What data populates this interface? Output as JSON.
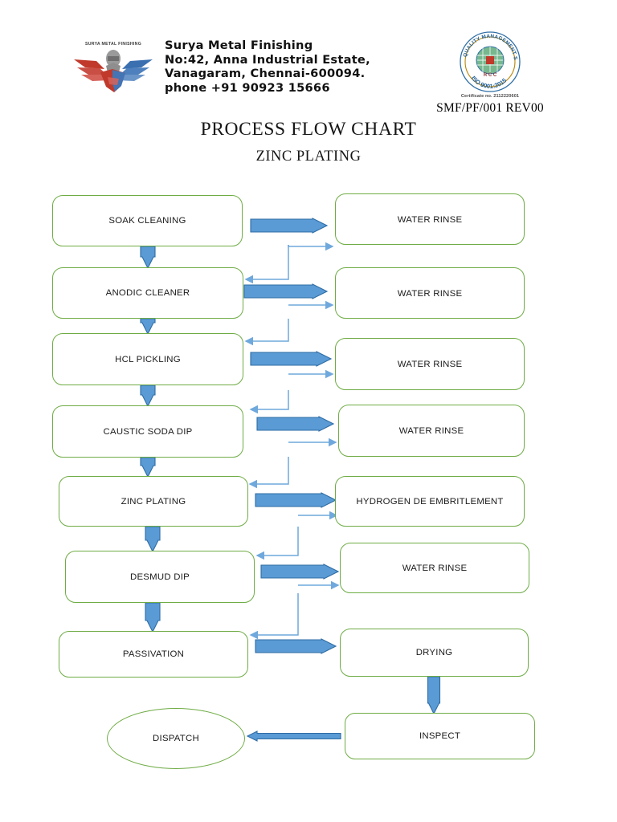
{
  "header": {
    "logo": {
      "caption": "SURYA METAL FINISHING",
      "icon": "winged-handshake-logo"
    },
    "company": {
      "name": "Surya Metal Finishing",
      "address_line1": "No:42, Anna Industrial Estate,",
      "address_line2": "Vanagaram, Chennai-600094.",
      "phone": "phone  +91 90923 15666"
    },
    "certification": {
      "badge_icon": "iso-9001-quality-management-systems-badge",
      "badge_top_text": "QUALITY MANAGEMENT SYSTEMS",
      "badge_bottom_text": "ISO 9001:2015",
      "badge_center_text": "RCC",
      "certificate_no": "Certificate no. 2112220601",
      "document_code": "SMF/PF/001 REV00"
    }
  },
  "titles": {
    "main": "PROCESS FLOW CHART",
    "sub": "ZINC PLATING"
  },
  "colors": {
    "node_border": "#6FAC45",
    "node_fill": "#FFFFFF",
    "block_arrow_fill": "#5B9BD5",
    "block_arrow_stroke": "#2E6CA4",
    "thin_arrow": "#6FA8DC",
    "text": "#1B1B1B"
  },
  "chart_data": {
    "type": "diagram",
    "title": "PROCESS FLOW CHART - ZINC PLATING",
    "nodes": [
      {
        "id": "soak-cleaning",
        "label": "SOAK CLEANING",
        "shape": "rounded-rect",
        "column": "left",
        "order": 1
      },
      {
        "id": "water-rinse-1",
        "label": "WATER RINSE",
        "shape": "rounded-rect",
        "column": "right",
        "order": 1
      },
      {
        "id": "anodic-cleaner",
        "label": "ANODIC CLEANER",
        "shape": "rounded-rect",
        "column": "left",
        "order": 2
      },
      {
        "id": "water-rinse-2",
        "label": "WATER RINSE",
        "shape": "rounded-rect",
        "column": "right",
        "order": 2
      },
      {
        "id": "hcl-pickling",
        "label": "HCL PICKLING",
        "shape": "rounded-rect",
        "column": "left",
        "order": 3
      },
      {
        "id": "water-rinse-3",
        "label": "WATER RINSE",
        "shape": "rounded-rect",
        "column": "right",
        "order": 3
      },
      {
        "id": "caustic-soda-dip",
        "label": "CAUSTIC SODA DIP",
        "shape": "rounded-rect",
        "column": "left",
        "order": 4
      },
      {
        "id": "water-rinse-4",
        "label": "WATER RINSE",
        "shape": "rounded-rect",
        "column": "right",
        "order": 4
      },
      {
        "id": "zinc-plating",
        "label": "ZINC PLATING",
        "shape": "rounded-rect",
        "column": "left",
        "order": 5
      },
      {
        "id": "hydrogen-de-embritlement",
        "label": "HYDROGEN DE EMBRITLEMENT",
        "shape": "rounded-rect",
        "column": "right",
        "order": 5
      },
      {
        "id": "desmud-dip",
        "label": "DESMUD DIP",
        "shape": "rounded-rect",
        "column": "left",
        "order": 6
      },
      {
        "id": "water-rinse-5",
        "label": "WATER RINSE",
        "shape": "rounded-rect",
        "column": "right",
        "order": 6
      },
      {
        "id": "passivation",
        "label": "PASSIVATION",
        "shape": "rounded-rect",
        "column": "left",
        "order": 7
      },
      {
        "id": "drying",
        "label": "DRYING",
        "shape": "rounded-rect",
        "column": "right",
        "order": 7
      },
      {
        "id": "dispatch",
        "label": "DISPATCH",
        "shape": "ellipse",
        "column": "left",
        "order": 8
      },
      {
        "id": "inspect",
        "label": "INSPECT",
        "shape": "rounded-rect",
        "column": "right",
        "order": 8
      }
    ],
    "edges": [
      {
        "from": "soak-cleaning",
        "to": "water-rinse-1",
        "style": "block-arrow",
        "direction": "right"
      },
      {
        "from": "soak-cleaning",
        "to": "anodic-cleaner",
        "style": "block-arrow",
        "direction": "down"
      },
      {
        "from": "water-rinse-1",
        "to": "anodic-cleaner",
        "style": "thin-arrow",
        "direction": "return-left"
      },
      {
        "from": "anodic-cleaner",
        "to": "water-rinse-2",
        "style": "block-arrow",
        "direction": "right"
      },
      {
        "from": "anodic-cleaner",
        "to": "hcl-pickling",
        "style": "block-arrow",
        "direction": "down"
      },
      {
        "from": "water-rinse-2",
        "to": "hcl-pickling",
        "style": "thin-arrow",
        "direction": "return-left"
      },
      {
        "from": "hcl-pickling",
        "to": "water-rinse-3",
        "style": "block-arrow",
        "direction": "right"
      },
      {
        "from": "hcl-pickling",
        "to": "caustic-soda-dip",
        "style": "block-arrow",
        "direction": "down"
      },
      {
        "from": "water-rinse-3",
        "to": "caustic-soda-dip",
        "style": "thin-arrow",
        "direction": "return-left"
      },
      {
        "from": "caustic-soda-dip",
        "to": "water-rinse-4",
        "style": "block-arrow",
        "direction": "right"
      },
      {
        "from": "caustic-soda-dip",
        "to": "zinc-plating",
        "style": "block-arrow",
        "direction": "down"
      },
      {
        "from": "water-rinse-4",
        "to": "zinc-plating",
        "style": "thin-arrow",
        "direction": "return-left"
      },
      {
        "from": "zinc-plating",
        "to": "hydrogen-de-embritlement",
        "style": "block-arrow",
        "direction": "right"
      },
      {
        "from": "zinc-plating",
        "to": "desmud-dip",
        "style": "block-arrow",
        "direction": "down"
      },
      {
        "from": "hydrogen-de-embritlement",
        "to": "desmud-dip",
        "style": "thin-arrow",
        "direction": "return-left"
      },
      {
        "from": "desmud-dip",
        "to": "water-rinse-5",
        "style": "block-arrow",
        "direction": "right"
      },
      {
        "from": "desmud-dip",
        "to": "passivation",
        "style": "block-arrow",
        "direction": "down"
      },
      {
        "from": "water-rinse-5",
        "to": "passivation",
        "style": "thin-arrow",
        "direction": "return-left"
      },
      {
        "from": "passivation",
        "to": "drying",
        "style": "block-arrow",
        "direction": "right"
      },
      {
        "from": "drying",
        "to": "inspect",
        "style": "block-arrow",
        "direction": "down"
      },
      {
        "from": "inspect",
        "to": "dispatch",
        "style": "thin-block-arrow",
        "direction": "left"
      }
    ]
  }
}
